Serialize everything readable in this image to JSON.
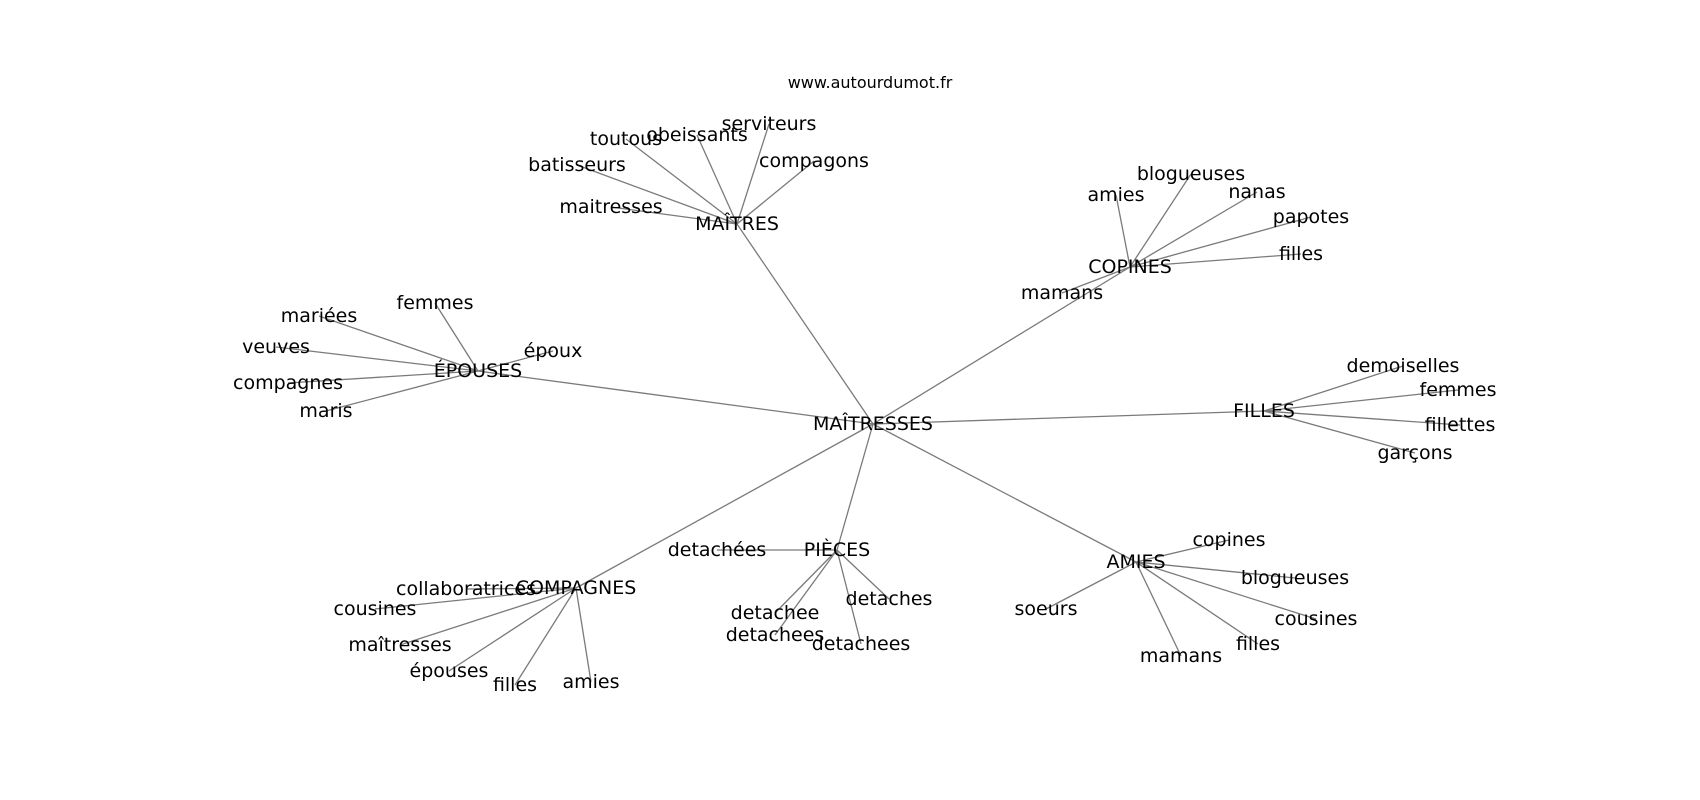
{
  "site": "www.autourdumot.fr",
  "center": "MAÎTRESSES",
  "clusters": [
    {
      "id": "maitres",
      "label": "MAÎTRES",
      "leaves": [
        "toutous",
        "obeissants",
        "serviteurs",
        "compagons",
        "batisseurs",
        "maitresses"
      ]
    },
    {
      "id": "copines",
      "label": "COPINES",
      "leaves": [
        "amies",
        "blogueuses",
        "nanas",
        "papotes",
        "filles",
        "mamans"
      ]
    },
    {
      "id": "epouses",
      "label": "ÉPOUSES",
      "leaves": [
        "femmes",
        "mariées",
        "époux",
        "veuves",
        "compagnes",
        "maris"
      ]
    },
    {
      "id": "filles",
      "label": "FILLES",
      "leaves": [
        "demoiselles",
        "femmes",
        "fillettes",
        "garçons"
      ]
    },
    {
      "id": "pieces",
      "label": "PIÈCES",
      "leaves": [
        "detachées",
        "detaches",
        "detachee",
        "detachees",
        "detachees"
      ]
    },
    {
      "id": "amies",
      "label": "AMIES",
      "leaves": [
        "copines",
        "blogueuses",
        "soeurs",
        "cousines",
        "filles",
        "mamans"
      ]
    },
    {
      "id": "compagnes",
      "label": "COMPAGNES",
      "leaves": [
        "collaboratrices",
        "cousines",
        "maîtresses",
        "épouses",
        "filles",
        "amies"
      ]
    }
  ]
}
